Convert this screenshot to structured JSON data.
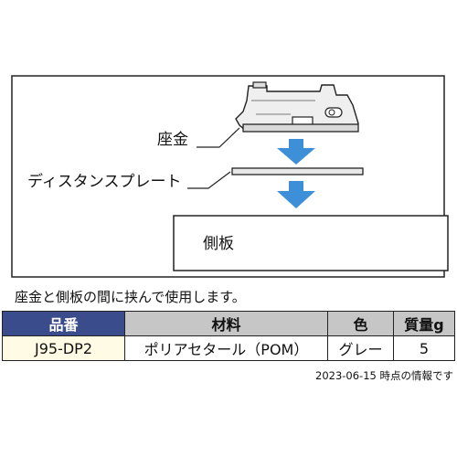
{
  "diagram": {
    "labels": {
      "washer": "座金",
      "distance_plate": "ディスタンスプレート",
      "side_panel": "側板"
    },
    "colors": {
      "arrow": "#3d8fd8",
      "outline": "#222222",
      "part_fill": "#e8e8e8"
    }
  },
  "caption": "座金と側板の間に挟んで使用します。",
  "table": {
    "headers": [
      "品番",
      "材料",
      "色",
      "質量g"
    ],
    "rows": [
      [
        "J95-DP2",
        "ポリアセタール（POM）",
        "グレー",
        "5"
      ]
    ],
    "colors": {
      "first_header_bg": "#3b4c8c",
      "header_bg": "#c6c6c6",
      "first_cell_bg": "#fffbe4"
    }
  },
  "footnote": "2023-06-15 時点の情報です"
}
